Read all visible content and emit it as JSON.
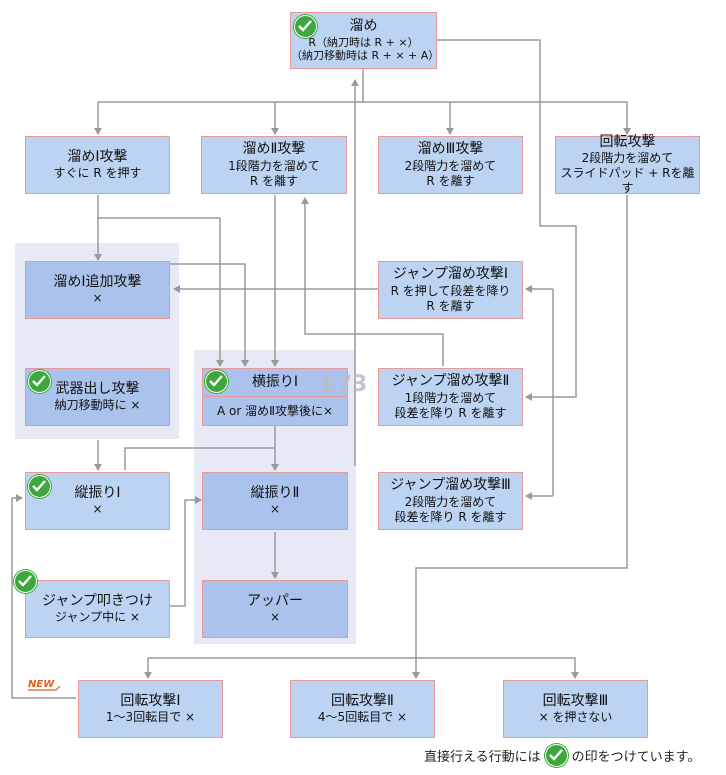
{
  "colors": {
    "node": "#bcd4f2",
    "node_border": "#e89a9a",
    "group_bg": "#e8e9f7",
    "line": "#999999",
    "check": "#3ea83e",
    "new": "#e0601a"
  },
  "nodes": {
    "tame": {
      "title": "溜め",
      "l1": "R（納刀時は R + ×）",
      "l2": "（納刀移動時は R + × + A）"
    },
    "tame1": {
      "title": "溜めⅠ攻撃",
      "l1": "すぐに R を押す"
    },
    "tame2": {
      "title": "溜めⅡ攻撃",
      "l1": "1段階力を溜めて",
      "l2": "R を離す"
    },
    "tame3": {
      "title": "溜めⅢ攻撃",
      "l1": "2段階力を溜めて",
      "l2": "R を離す"
    },
    "kaiten": {
      "title": "回転攻撃",
      "l1": "2段階力を溜めて",
      "l2": "スライドパッド + Rを離す"
    },
    "tame1_add": {
      "title": "溜めⅠ追加攻撃",
      "l1": "×"
    },
    "jump1": {
      "title": "ジャンプ溜め攻撃Ⅰ",
      "l1": "R を押して段差を降り",
      "l2": "R を離す"
    },
    "buki": {
      "title": "武器出し攻撃",
      "l1": "納刀移動時に ×"
    },
    "yoko": {
      "title": "横振りⅠ",
      "l1": "A or 溜めⅡ攻撃後に×"
    },
    "jump2": {
      "title": "ジャンプ溜め攻撃Ⅱ",
      "l1": "1段階力を溜めて",
      "l2": "段差を降り R を離す"
    },
    "tate1": {
      "title": "縦振りⅠ",
      "l1": "×"
    },
    "tate2": {
      "title": "縦振りⅡ",
      "l1": "×"
    },
    "jump3": {
      "title": "ジャンプ溜め攻撃Ⅲ",
      "l1": "2段階力を溜めて",
      "l2": "段差を降り R を離す"
    },
    "jumphit": {
      "title": "ジャンプ叩きつけ",
      "l1": "ジャンプ中に ×"
    },
    "upper": {
      "title": "アッパー",
      "l1": "×"
    },
    "kaiten1": {
      "title": "回転攻撃Ⅰ",
      "l1": "1～3回転目で ×"
    },
    "kaiten2": {
      "title": "回転攻撃Ⅱ",
      "l1": "4～5回転目で ×"
    },
    "kaiten3": {
      "title": "回転攻撃Ⅲ",
      "l1": "× を押さない"
    }
  },
  "new_label": "NEW",
  "legend": {
    "before": "直接行える行動には",
    "after": "の印をつけています。"
  },
  "watermark": "k73"
}
